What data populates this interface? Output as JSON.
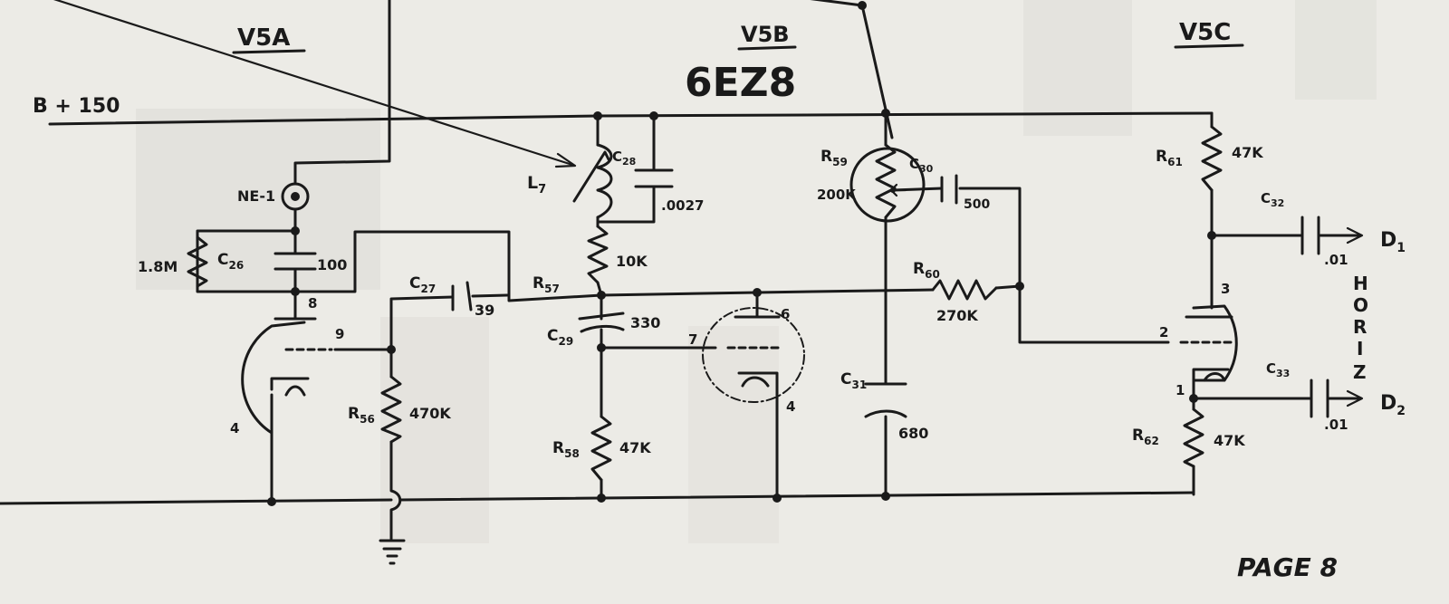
{
  "tube": {
    "type": "6EZ8",
    "sections": [
      "V5A",
      "V5B",
      "V5C"
    ]
  },
  "supply": {
    "label": "B + 150"
  },
  "page": {
    "label": "PAGE 8"
  },
  "outputs": {
    "d1": "D",
    "d1_sub": "1",
    "d2": "D",
    "d2_sub": "2",
    "horiz_letters": [
      "H",
      "O",
      "R",
      "I",
      "Z"
    ]
  },
  "parts": {
    "ne1": "NE-1",
    "r_18m": "1.8M",
    "c26": "C",
    "c26_sub": "26",
    "c26_val": "100",
    "c27": "C",
    "c27_sub": "27",
    "c27_val": "39",
    "l7": "L",
    "l7_sub": "7",
    "c28": "C",
    "c28_sub": "28",
    "c28_val": ".0027",
    "r57": "R",
    "r57_sub": "57",
    "r57_val": "10K",
    "c29": "C",
    "c29_sub": "29",
    "c29_val": "330",
    "r56": "R",
    "r56_sub": "56",
    "r56_val": "470K",
    "r58": "R",
    "r58_sub": "58",
    "r58_val": "47K",
    "r59": "R",
    "r59_sub": "59",
    "r59_val": "200K",
    "c30": "C",
    "c30_sub": "30",
    "c30_val": "500",
    "r60": "R",
    "r60_sub": "60",
    "r60_val": "270K",
    "c31": "C",
    "c31_sub": "31",
    "c31_val": "680",
    "r61": "R",
    "r61_sub": "61",
    "r61_val": "47K",
    "c32": "C",
    "c32_sub": "32",
    "c32_val": ".01",
    "c33": "C",
    "c33_sub": "33",
    "c33_val": ".01",
    "r62": "R",
    "r62_sub": "62",
    "r62_val": "47K"
  },
  "pins": {
    "v5a_plate": "8",
    "v5a_grid": "9",
    "v5a_cath": "4",
    "v5b_plate": "6",
    "v5b_grid": "7",
    "v5b_cath": "4",
    "v5c_plate": "3",
    "v5c_grid": "2",
    "v5c_cath": "1"
  },
  "colors": {
    "ink": "#1a1a1a",
    "paper": "#ecebe6"
  }
}
